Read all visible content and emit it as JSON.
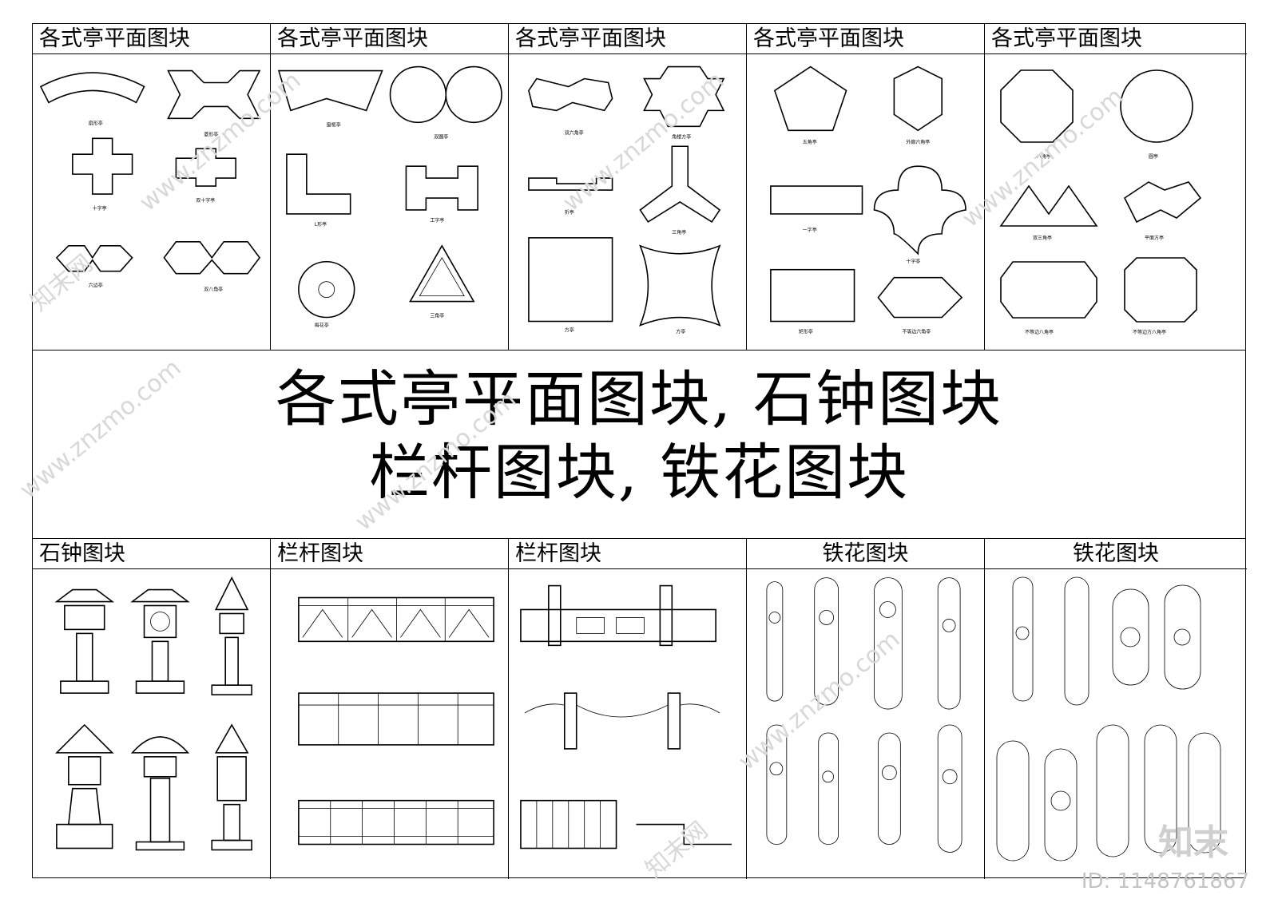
{
  "panels_top": [
    {
      "title": "各式亭平面图块"
    },
    {
      "title": "各式亭平面图块"
    },
    {
      "title": "各式亭平面图块"
    },
    {
      "title": "各式亭平面图块"
    },
    {
      "title": "各式亭平面图块"
    }
  ],
  "banner": {
    "line1": "各式亭平面图块, 石钟图块",
    "line2": "栏杆图块, 铁花图块"
  },
  "panels_bottom": [
    {
      "title": "石钟图块"
    },
    {
      "title": "栏杆图块"
    },
    {
      "title": "栏杆图块"
    },
    {
      "title": "铁花图块"
    },
    {
      "title": "铁花图块"
    }
  ],
  "watermark": {
    "site": "www.znzmo.com",
    "brand": "知末网",
    "logo": "知末",
    "id_label": "ID: 1148761867"
  }
}
